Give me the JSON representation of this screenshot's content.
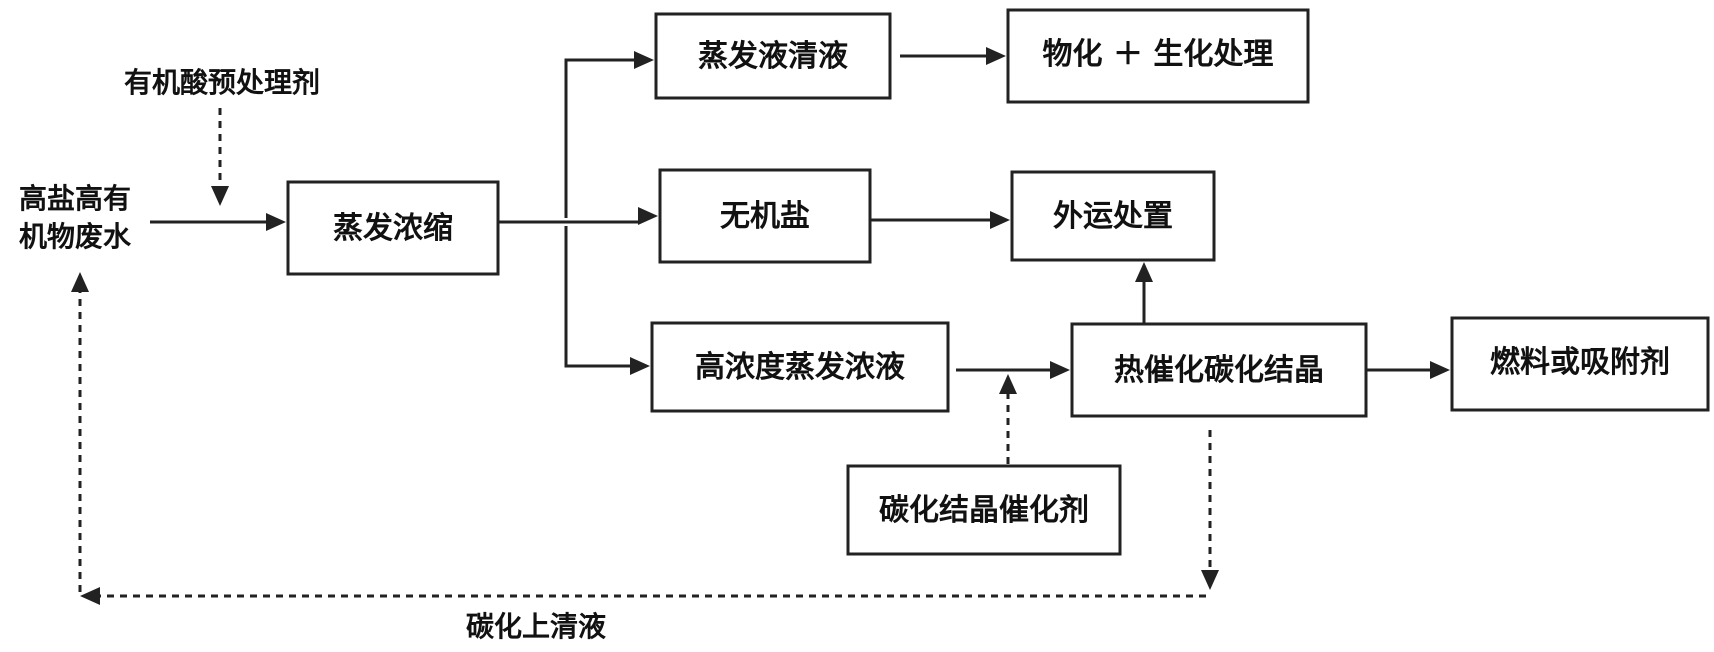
{
  "nodes": {
    "input_wastewater_line1": "高盐高有",
    "input_wastewater_line2": "机物废水",
    "pretreatment_agent": "有机酸预处理剂",
    "evaporation_concentration": "蒸发浓缩",
    "evaporation_clear_liquid": "蒸发液清液",
    "physchem_biochem_treatment": "物化 ＋ 生化处理",
    "inorganic_salt": "无机盐",
    "external_disposal": "外运处置",
    "high_conc_evaporation_liquid": "高浓度蒸发浓液",
    "thermal_catalytic_carbonization": "热催化碳化结晶",
    "fuel_or_adsorbent": "燃料或吸附剂",
    "carbonization_catalyst": "碳化结晶催化剂",
    "carbonization_supernatant": "碳化上清液"
  },
  "colors": {
    "stroke": "#222222",
    "text": "#111111",
    "background": "#ffffff"
  }
}
